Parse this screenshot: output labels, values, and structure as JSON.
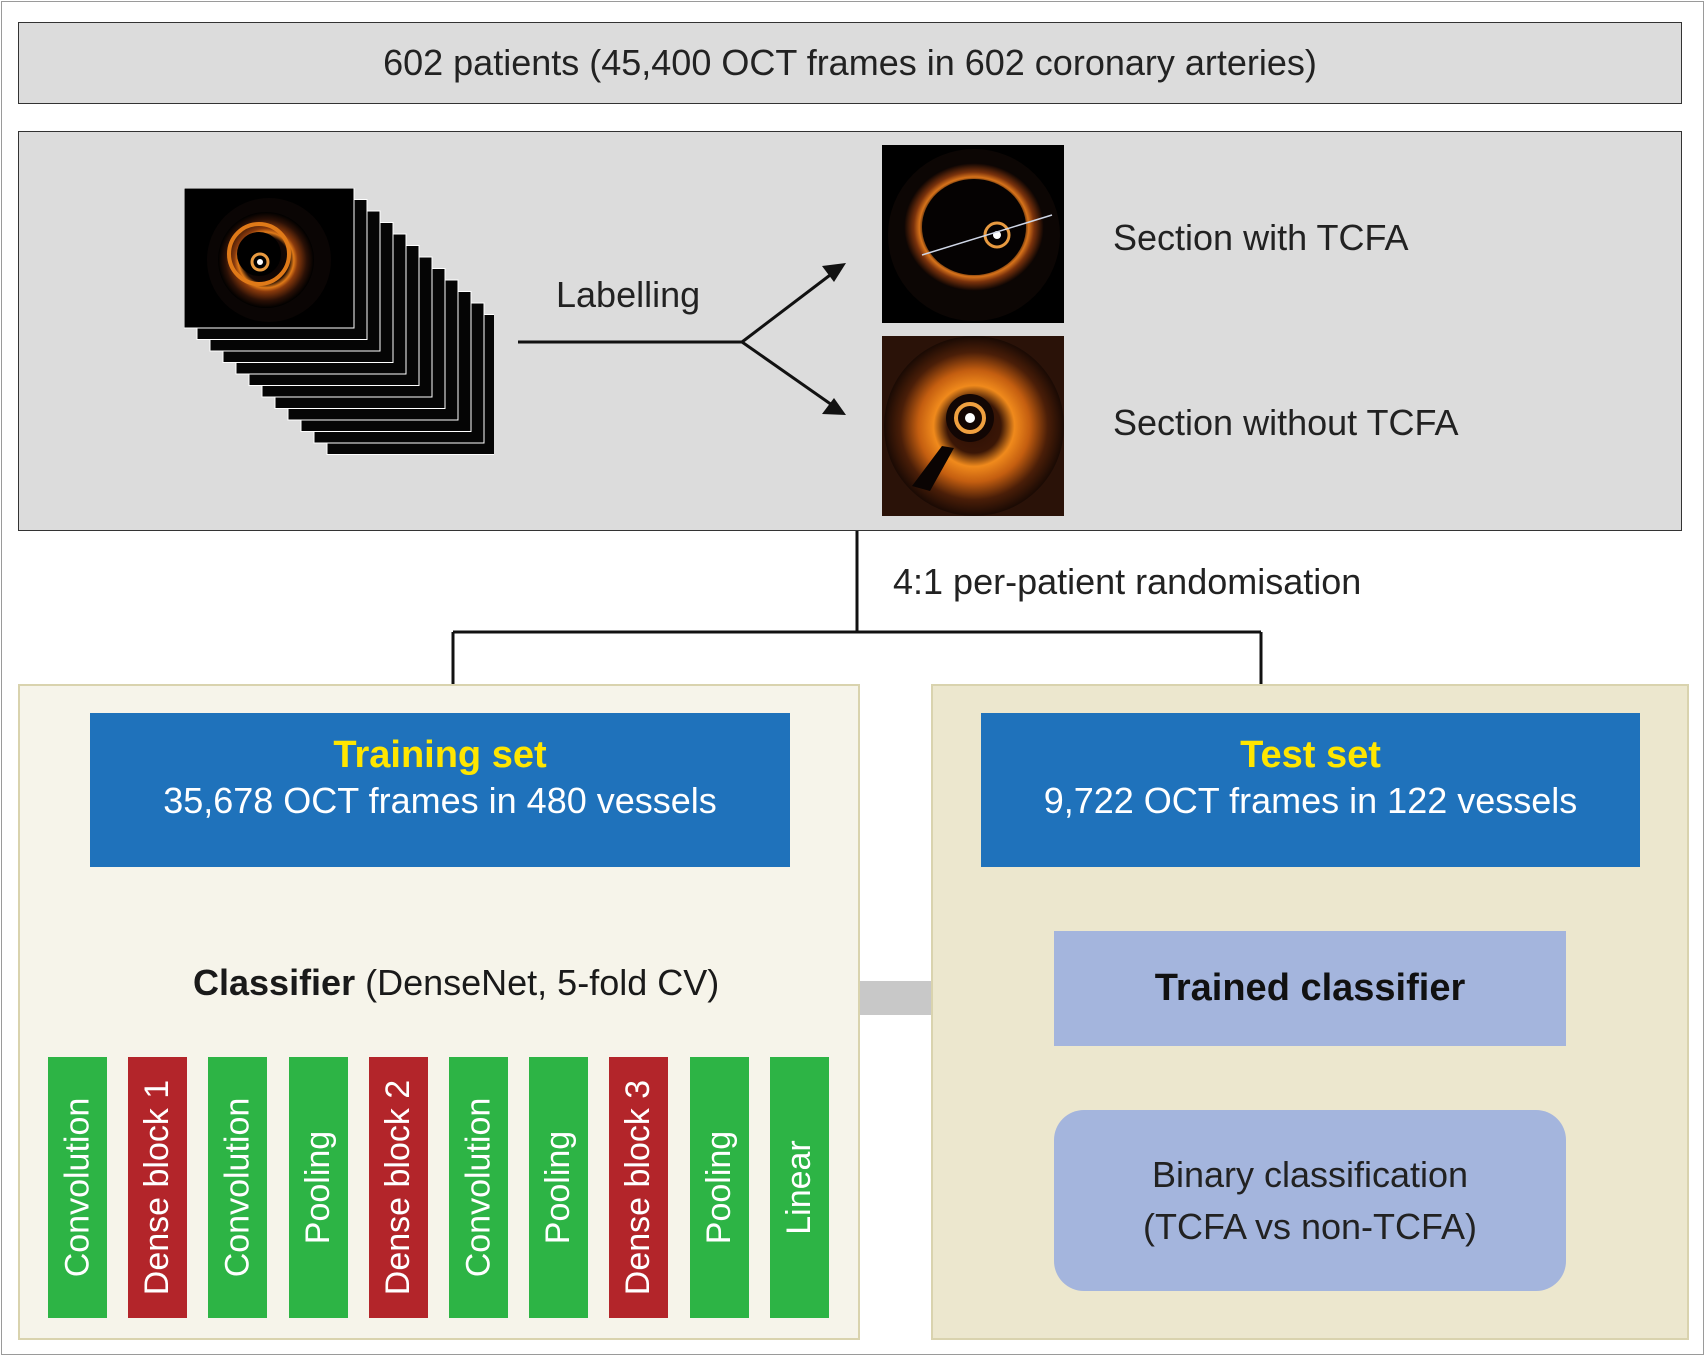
{
  "header": {
    "text": "602 patients (45,400 OCT frames in 602 coronary arteries)"
  },
  "labelling": {
    "arrow_label": "Labelling",
    "with_tcfa": "Section with TCFA",
    "without_tcfa": "Section without TCFA"
  },
  "split": {
    "label": "4:1 per-patient randomisation"
  },
  "training": {
    "title": "Training set",
    "subtitle": "35,678 OCT frames in 480 vessels",
    "classifier_bold": "Classifier",
    "classifier_rest": "(DenseNet, 5-fold CV)"
  },
  "layers": [
    {
      "label": "Convolution",
      "kind": "conv"
    },
    {
      "label": "Dense block 1",
      "kind": "dense"
    },
    {
      "label": "Convolution",
      "kind": "conv"
    },
    {
      "label": "Pooling",
      "kind": "pool"
    },
    {
      "label": "Dense block 2",
      "kind": "dense"
    },
    {
      "label": "Convolution",
      "kind": "conv"
    },
    {
      "label": "Pooling",
      "kind": "pool"
    },
    {
      "label": "Dense block 3",
      "kind": "dense"
    },
    {
      "label": "Pooling",
      "kind": "pool"
    },
    {
      "label": "Linear",
      "kind": "linear"
    }
  ],
  "test": {
    "title": "Test set",
    "subtitle": "9,722 OCT frames in 122 vessels",
    "trained_classifier": "Trained classifier",
    "binary_line1": "Binary classification",
    "binary_line2": "(TCFA vs non-TCFA)"
  },
  "colors": {
    "blue": "#1f72bb",
    "yellow": "#ffe600",
    "green": "#2db445",
    "red": "#b3252a",
    "lavender": "#a4b5dd",
    "grey_panel": "#dcdcdc"
  }
}
